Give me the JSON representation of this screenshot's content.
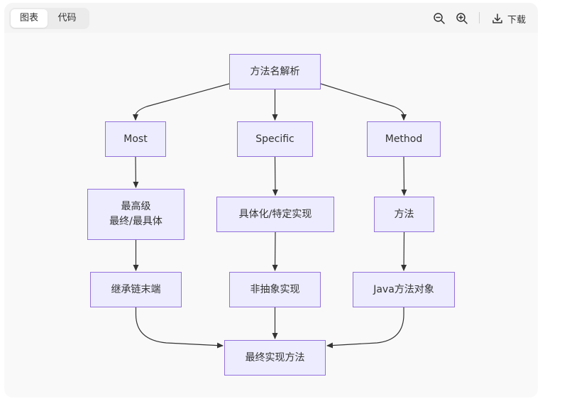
{
  "toolbar": {
    "tabs": [
      {
        "label": "图表",
        "active": true
      },
      {
        "label": "代码",
        "active": false
      }
    ],
    "zoom_out_icon": "zoom-out-icon",
    "zoom_in_icon": "zoom-in-icon",
    "download_icon": "download-icon",
    "download_label": "下载"
  },
  "colors": {
    "node_fill": "#ececfe",
    "node_border": "#9370db",
    "edge": "#333333"
  },
  "diagram": {
    "nodes": [
      {
        "id": "root",
        "lines": [
          "方法名解析"
        ]
      },
      {
        "id": "most",
        "lines": [
          "Most"
        ]
      },
      {
        "id": "specific",
        "lines": [
          "Specific"
        ]
      },
      {
        "id": "method",
        "lines": [
          "Method"
        ]
      },
      {
        "id": "highest",
        "lines": [
          "最高级",
          "最终/最具体"
        ]
      },
      {
        "id": "concrete",
        "lines": [
          "具体化/特定实现"
        ]
      },
      {
        "id": "fangfa",
        "lines": [
          "方法"
        ]
      },
      {
        "id": "chain_end",
        "lines": [
          "继承链末端"
        ]
      },
      {
        "id": "non_abstract",
        "lines": [
          "非抽象实现"
        ]
      },
      {
        "id": "java_obj",
        "lines": [
          "Java方法对象"
        ]
      },
      {
        "id": "final",
        "lines": [
          "最终实现方法"
        ]
      }
    ],
    "edges": [
      {
        "from": "root",
        "to": "most"
      },
      {
        "from": "root",
        "to": "specific"
      },
      {
        "from": "root",
        "to": "method"
      },
      {
        "from": "most",
        "to": "highest"
      },
      {
        "from": "specific",
        "to": "concrete"
      },
      {
        "from": "method",
        "to": "fangfa"
      },
      {
        "from": "highest",
        "to": "chain_end"
      },
      {
        "from": "concrete",
        "to": "non_abstract"
      },
      {
        "from": "fangfa",
        "to": "java_obj"
      },
      {
        "from": "chain_end",
        "to": "final"
      },
      {
        "from": "non_abstract",
        "to": "final"
      },
      {
        "from": "java_obj",
        "to": "final"
      }
    ]
  }
}
